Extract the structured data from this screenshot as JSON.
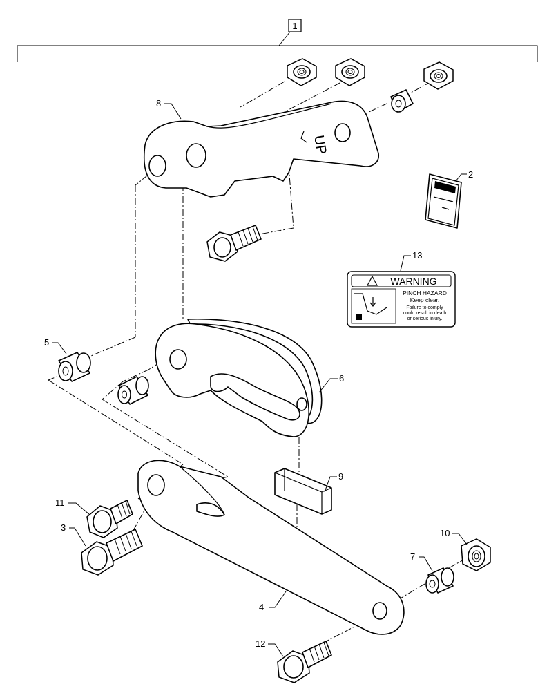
{
  "assembly_label": "1",
  "callouts": {
    "c2": "2",
    "c3": "3",
    "c4": "4",
    "c5": "5",
    "c6": "6",
    "c7": "7",
    "c8": "8",
    "c9": "9",
    "c10": "10",
    "c11": "11",
    "c12": "12",
    "c13": "13"
  },
  "part8_marking": "UP",
  "warning_decal": {
    "header": "WARNING",
    "hazard": "PINCH HAZARD",
    "instruction": "Keep clear.",
    "consequence_1": "Failure to comply",
    "consequence_2": "could result in death",
    "consequence_3": "or serious injury."
  }
}
